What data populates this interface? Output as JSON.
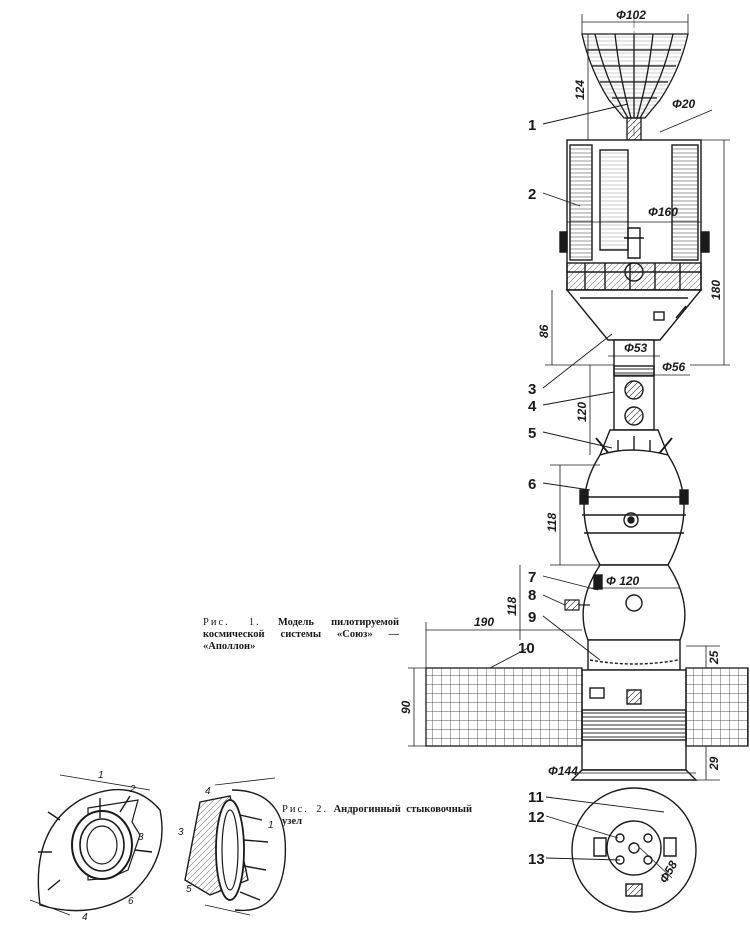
{
  "figure1": {
    "caption_prefix": "Рис. 1.",
    "caption_body": "Модель пилотируемой космической системы «Союз» — «Аполлон»",
    "dimensions": {
      "d102": "Φ102",
      "h124": "124",
      "d20": "Φ20",
      "d160": "Φ160",
      "h180": "180",
      "h86": "86",
      "d53": "Φ53",
      "d56": "Φ56",
      "h120": "120",
      "h118a": "118",
      "d120": "Φ 120",
      "h118b": "118",
      "w190": "190",
      "h25": "25",
      "h90": "90",
      "h29": "29",
      "d144": "Φ144",
      "d58": "Φ58"
    },
    "callouts": [
      "1",
      "2",
      "3",
      "4",
      "5",
      "6",
      "7",
      "8",
      "9",
      "10",
      "11",
      "12",
      "13"
    ]
  },
  "figure2": {
    "caption_prefix": "Рис. 2.",
    "caption_body": "Андрогинный стыковочный узел",
    "left_callouts": [
      "1",
      "2",
      "3",
      "4",
      "6"
    ],
    "right_callouts": [
      "4",
      "1",
      "3",
      "5"
    ]
  }
}
